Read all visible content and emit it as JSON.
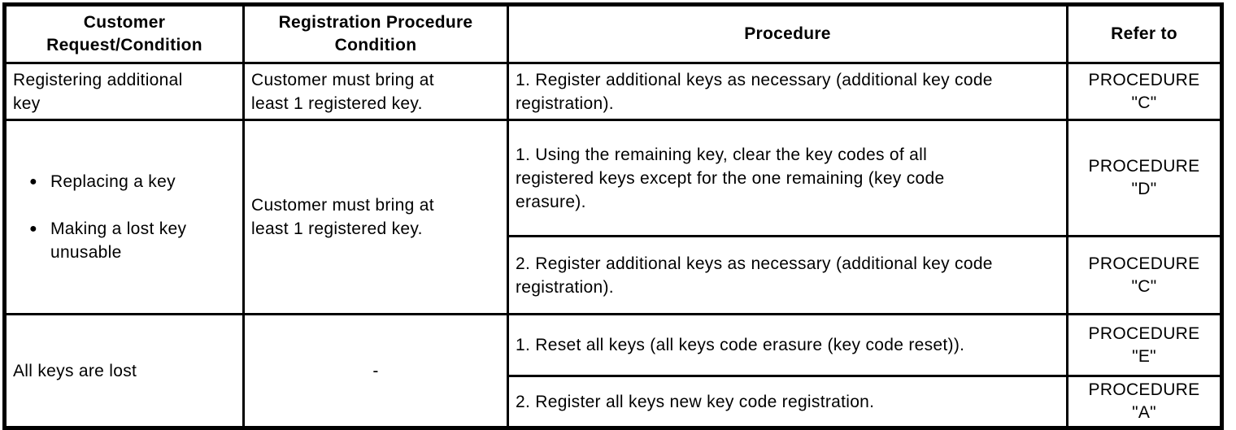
{
  "colors": {
    "border": "#000000",
    "background": "#ffffff",
    "text": "#000000"
  },
  "table": {
    "headers": {
      "customer_request": "Customer\nRequest/Condition",
      "registration_condition": "Registration Procedure\nCondition",
      "procedure": "Procedure",
      "refer_to": "Refer to"
    },
    "rows": [
      {
        "request": "Registering additional\nkey",
        "condition": "Customer must bring at\nleast 1 registered key.",
        "procedures": [
          {
            "text": "1. Register additional keys as necessary (additional key code\nregistration).",
            "refer_to": "PROCEDURE\n\"C\""
          }
        ]
      },
      {
        "request_items": [
          "Replacing a key",
          "Making a lost key\nunusable"
        ],
        "condition": "Customer must bring at\nleast 1 registered key.",
        "procedures": [
          {
            "text": "1. Using the remaining key, clear the key codes of all\nregistered keys except for the one remaining (key code\nerasure).",
            "refer_to": "PROCEDURE\n\"D\""
          },
          {
            "text": "2. Register additional keys as necessary (additional key code\nregistration).",
            "refer_to": "PROCEDURE\n\"C\""
          }
        ]
      },
      {
        "request": "All keys are lost",
        "condition": "-",
        "procedures": [
          {
            "text": "1. Reset all keys (all keys code erasure (key code reset)).",
            "refer_to": "PROCEDURE\n\"E\""
          },
          {
            "text": "2. Register all keys new key code registration.",
            "refer_to": "PROCEDURE\n\"A\""
          }
        ]
      }
    ],
    "bullet_glyph": "●"
  }
}
